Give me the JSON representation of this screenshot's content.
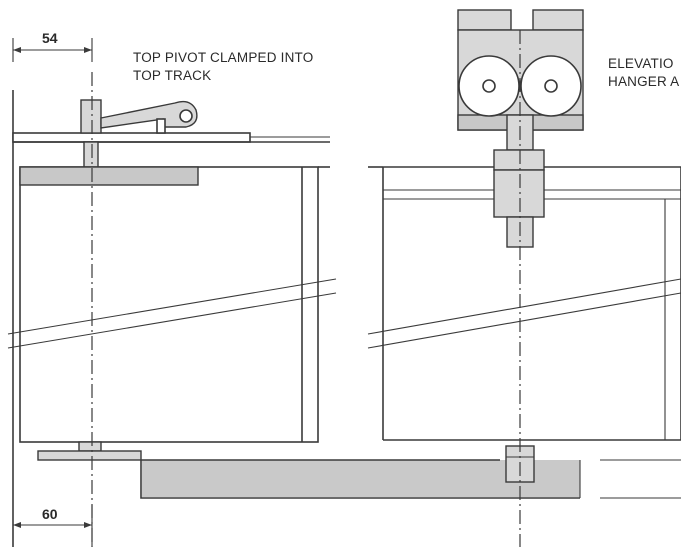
{
  "labels": {
    "pivot_line1": "TOP PIVOT CLAMPED INTO",
    "pivot_line2": "TOP TRACK",
    "elevation_line1": "ELEVATIO",
    "elevation_line2": "HANGER A"
  },
  "dimensions": {
    "top": "54",
    "bottom": "60"
  }
}
